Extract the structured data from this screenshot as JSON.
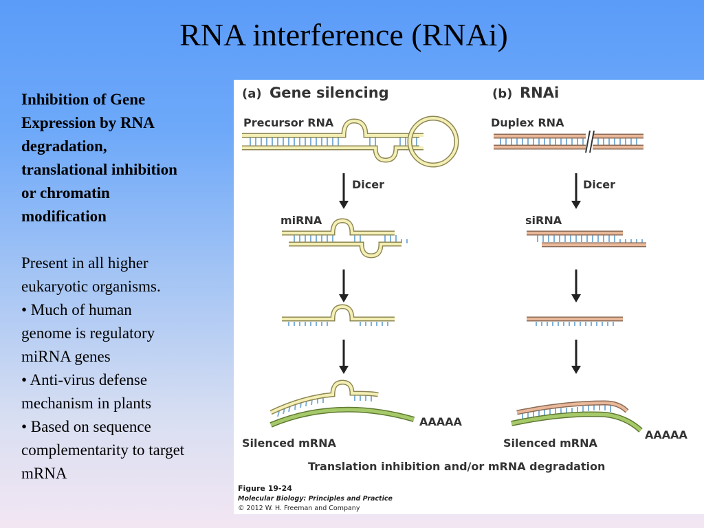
{
  "slide": {
    "title": "RNA interference (RNAi)"
  },
  "left_text": {
    "bold_lines": [
      "Inhibition of Gene",
      "Expression by RNA",
      "degradation,",
      "translational inhibition",
      "or chromatin",
      "modification"
    ],
    "para_lines": [
      "Present in all higher",
      "eukaryotic organisms."
    ],
    "bullet_lines": [
      "• Much of human",
      "genome is regulatory",
      "miRNA genes",
      "• Anti-virus defense",
      "mechanism in plants",
      "• Based on sequence",
      "complementarity to target",
      "mRNA"
    ]
  },
  "figure": {
    "panel_a": {
      "letter": "(a)",
      "title": "Gene silencing",
      "precursor": "Precursor RNA",
      "dicer": "Dicer",
      "mirna": "miRNA",
      "silenced": "Silenced mRNA",
      "polya": "AAAAA"
    },
    "panel_b": {
      "letter": "(b)",
      "title": "RNAi",
      "duplex": "Duplex RNA",
      "dicer": "Dicer",
      "sirna": "siRNA",
      "silenced": "Silenced mRNA",
      "polya": "AAAAA"
    },
    "bottom_caption": "Translation inhibition and/or mRNA degradation",
    "credit": {
      "figure_label": "Figure 19-24",
      "book": "Molecular Biology: Principles and Practice",
      "copyright": "© 2012 W. H. Freeman and Company"
    },
    "colors": {
      "yellow_strand": "#f3efb5",
      "yellow_outline": "#8c8552",
      "pink_strand": "#e9b89a",
      "pink_outline": "#8a6a55",
      "green_mrna": "#a6c96a",
      "green_outline": "#5f7a32",
      "base_pairs": "#7fb0d8",
      "arrow": "#222222"
    }
  }
}
